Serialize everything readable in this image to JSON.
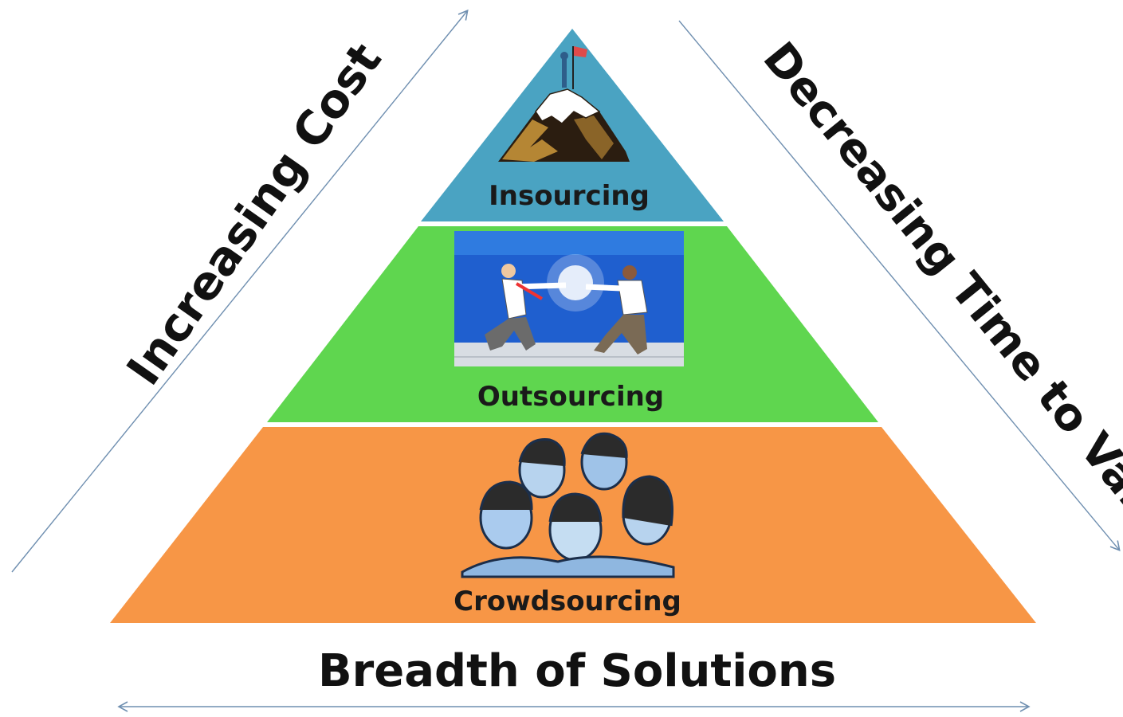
{
  "tiers": {
    "top": {
      "label": "Insourcing",
      "color": "#4aa3c2",
      "icon": "mountain-summit-icon"
    },
    "middle": {
      "label": "Outsourcing",
      "color": "#5fd64f",
      "icon": "handoff-runners-icon"
    },
    "bottom": {
      "label": "Crowdsourcing",
      "color": "#f79646",
      "icon": "crowd-faces-icon"
    }
  },
  "left_axis": {
    "label": "Increasing Cost",
    "color": "#6f8fb0"
  },
  "right_axis": {
    "label": "Decreasing Time to Value",
    "color": "#6f8fb0"
  },
  "base_axis": {
    "label": "Breadth of Solutions",
    "color": "#6f8fb0"
  }
}
